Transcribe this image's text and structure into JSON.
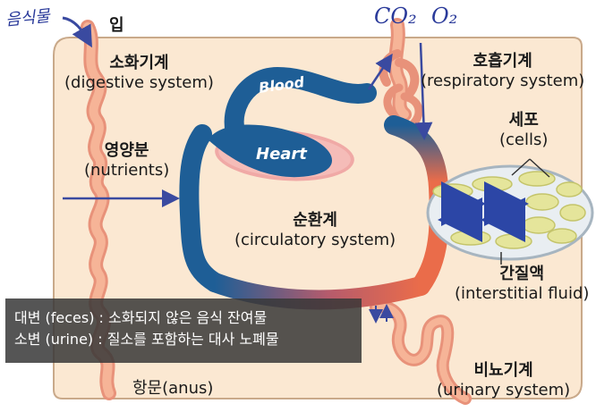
{
  "handwritten": {
    "food": "음식물",
    "co2": "CO₂",
    "o2": "O₂"
  },
  "labels": {
    "mouth": "입",
    "digestive_ko": "소화기계",
    "digestive_en": "(digestive system)",
    "respiratory_ko": "호흡기계",
    "respiratory_en": "(respiratory system)",
    "nutrients_ko": "영양분",
    "nutrients_en": "(nutrients)",
    "cells_ko": "세포",
    "cells_en": "(cells)",
    "circulatory_ko": "순환계",
    "circulatory_en": "(circulatory system)",
    "interstitial_ko": "간질액",
    "interstitial_en": "(interstitial fluid)",
    "anus": "항문(anus)",
    "urinary_ko": "비뇨기계",
    "urinary_en": "(urinary  system)",
    "blood": "Blood",
    "heart": "Heart"
  },
  "caption": {
    "line1": "대변 (feces) : 소화되지 않은 음식 잔여물",
    "line2": "소변 (urine) : 질소를 포함하는 대사 노폐물"
  },
  "colors": {
    "body": "#fbe8d2",
    "digestive_tube": "#f4a37e",
    "vessel_blue": "#1e5e96",
    "vessel_red": "#ea6c4a",
    "heart": "#f0a9a6",
    "cell": "#e7e7a0",
    "arrow": "#2c46a6"
  }
}
